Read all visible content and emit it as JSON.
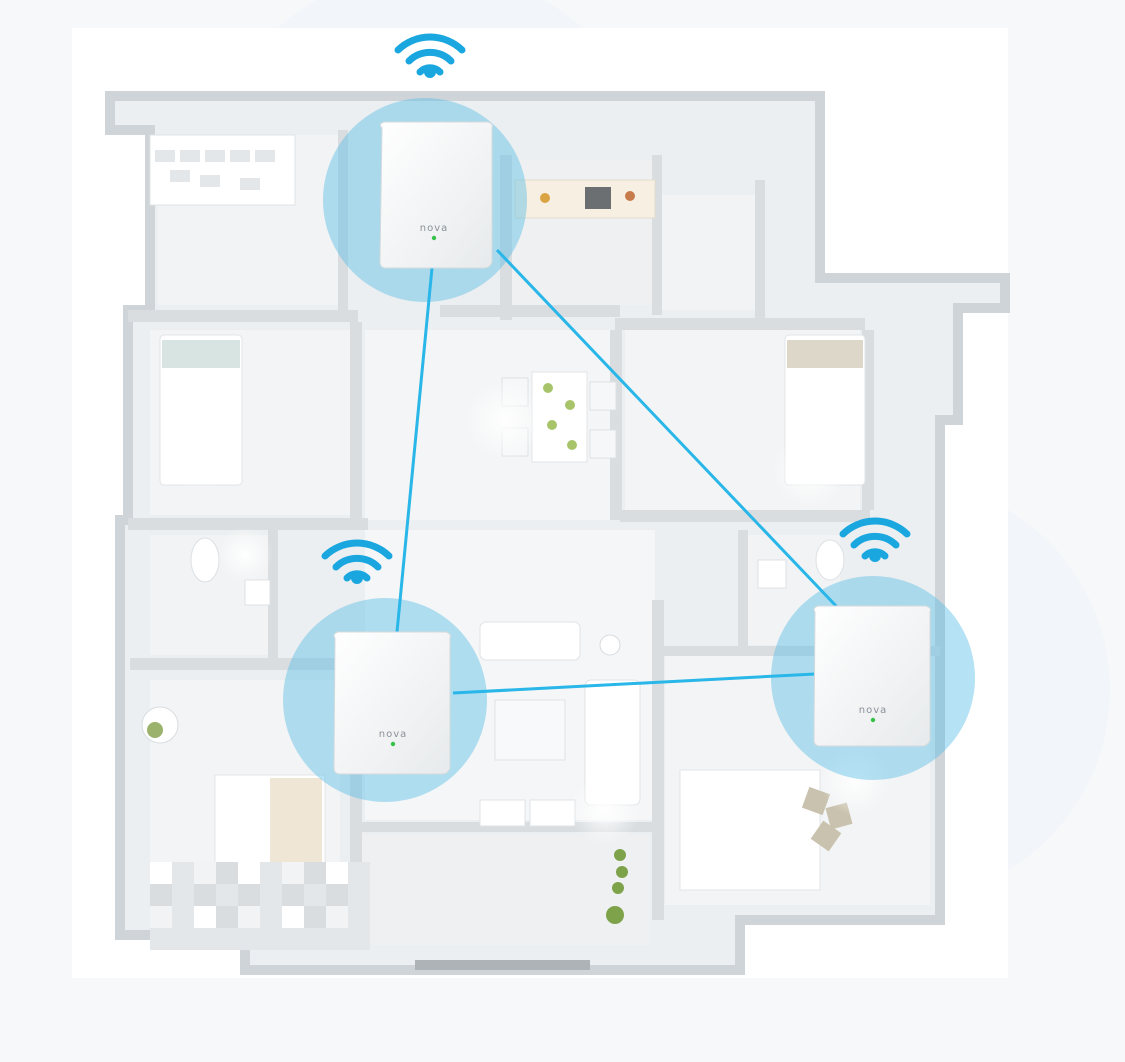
{
  "brand": {
    "label": "nova"
  },
  "colors": {
    "background": "#f7f8f9",
    "floor": "#eceff1",
    "wall": "#d6dadd",
    "wall_top": "#c7cbcf",
    "coverage_fill": "#5bbfe6",
    "link_line": "#29b6e8",
    "wifi_icon": "#1aa7e0",
    "unit_body": "#ffffff",
    "status_led": "#35c24a"
  },
  "devices": [
    {
      "id": "top-unit",
      "icon": "wifi-icon"
    },
    {
      "id": "left-unit",
      "icon": "wifi-icon"
    },
    {
      "id": "right-unit",
      "icon": "wifi-icon"
    }
  ]
}
